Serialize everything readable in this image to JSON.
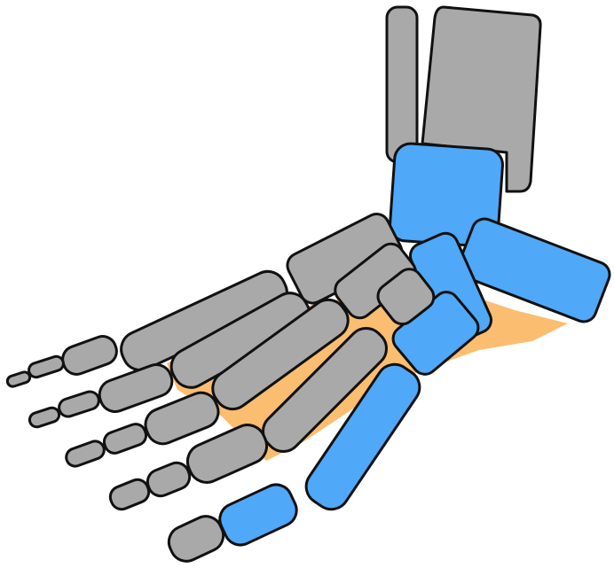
{
  "diagram": {
    "subject": "foot-skeleton-lateral-view",
    "colors": {
      "gray_bone": "#a9a9a9",
      "highlight_bone": "#4fa8f8",
      "ligament": "#fbbd6f",
      "outline": "#111111",
      "background": "#ffffff"
    },
    "bone_groups": [
      {
        "id": "leg-bones",
        "color_role": "gray_bone"
      },
      {
        "id": "tarsal-bones-highlighted",
        "color_role": "highlight_bone"
      },
      {
        "id": "tarsal-bones-gray",
        "color_role": "gray_bone"
      },
      {
        "id": "metatarsals-gray",
        "color_role": "gray_bone"
      },
      {
        "id": "metatarsal-highlighted",
        "color_role": "highlight_bone"
      },
      {
        "id": "phalanges-gray",
        "color_role": "gray_bone"
      },
      {
        "id": "phalanx-highlighted",
        "color_role": "highlight_bone"
      }
    ]
  }
}
